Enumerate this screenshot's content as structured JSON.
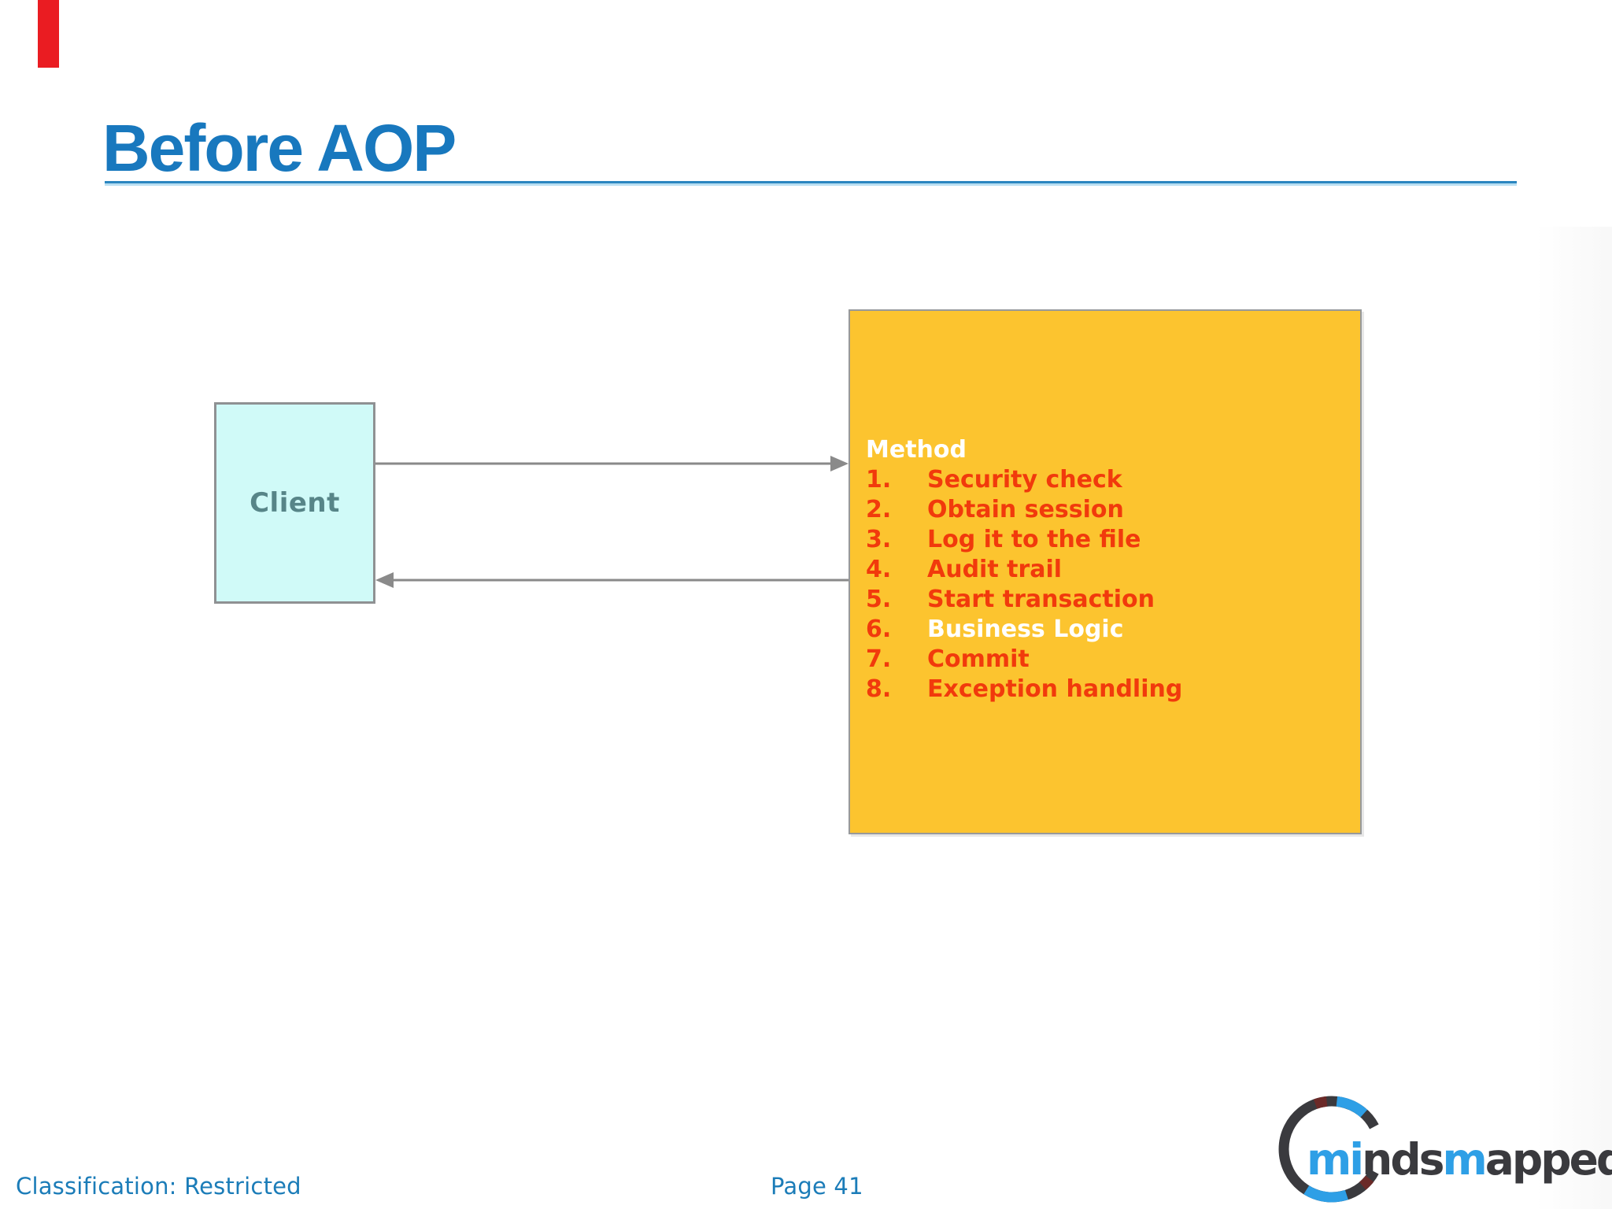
{
  "slide": {
    "title": "Before AOP"
  },
  "diagram": {
    "client": {
      "label": "Client"
    },
    "method": {
      "heading": "Method",
      "items": [
        {
          "num": "1.",
          "text": "Security check",
          "highlight": false
        },
        {
          "num": "2.",
          "text": "Obtain session",
          "highlight": false
        },
        {
          "num": "3.",
          "text": "Log it to the file",
          "highlight": false
        },
        {
          "num": "4.",
          "text": "Audit trail",
          "highlight": false
        },
        {
          "num": "5.",
          "text": "Start transaction",
          "highlight": false
        },
        {
          "num": "6.",
          "text": "Business Logic",
          "highlight": true
        },
        {
          "num": "7.",
          "text": "Commit",
          "highlight": false
        },
        {
          "num": "8.",
          "text": "Exception handling",
          "highlight": false
        }
      ]
    },
    "arrows": [
      {
        "name": "client-to-method",
        "direction": "right"
      },
      {
        "name": "method-to-client",
        "direction": "left"
      }
    ]
  },
  "footer": {
    "classification": "Classification: Restricted",
    "page": "Page 41"
  },
  "logo": {
    "name": "mindsmapped",
    "segments": [
      {
        "text": "mi",
        "color": "#2e9fe6"
      },
      {
        "text": "nds",
        "color": "#3a3a3e"
      },
      {
        "text": "m",
        "color": "#2e9fe6"
      },
      {
        "text": "apped",
        "color": "#3a3a3e"
      }
    ]
  },
  "colors": {
    "accent-red": "#ea1c22",
    "title-blue": "#1878be",
    "underline-blue": "#2b86c0",
    "method-fill": "#fcc42f",
    "item-red": "#f13a0c",
    "client-fill": "#d0faf8",
    "client-text": "#578588",
    "footer-blue": "#1b7cb8",
    "arrow-gray": "#8a8a8a",
    "logo-dark": "#3a3a3e",
    "logo-blue": "#2e9fe6"
  }
}
